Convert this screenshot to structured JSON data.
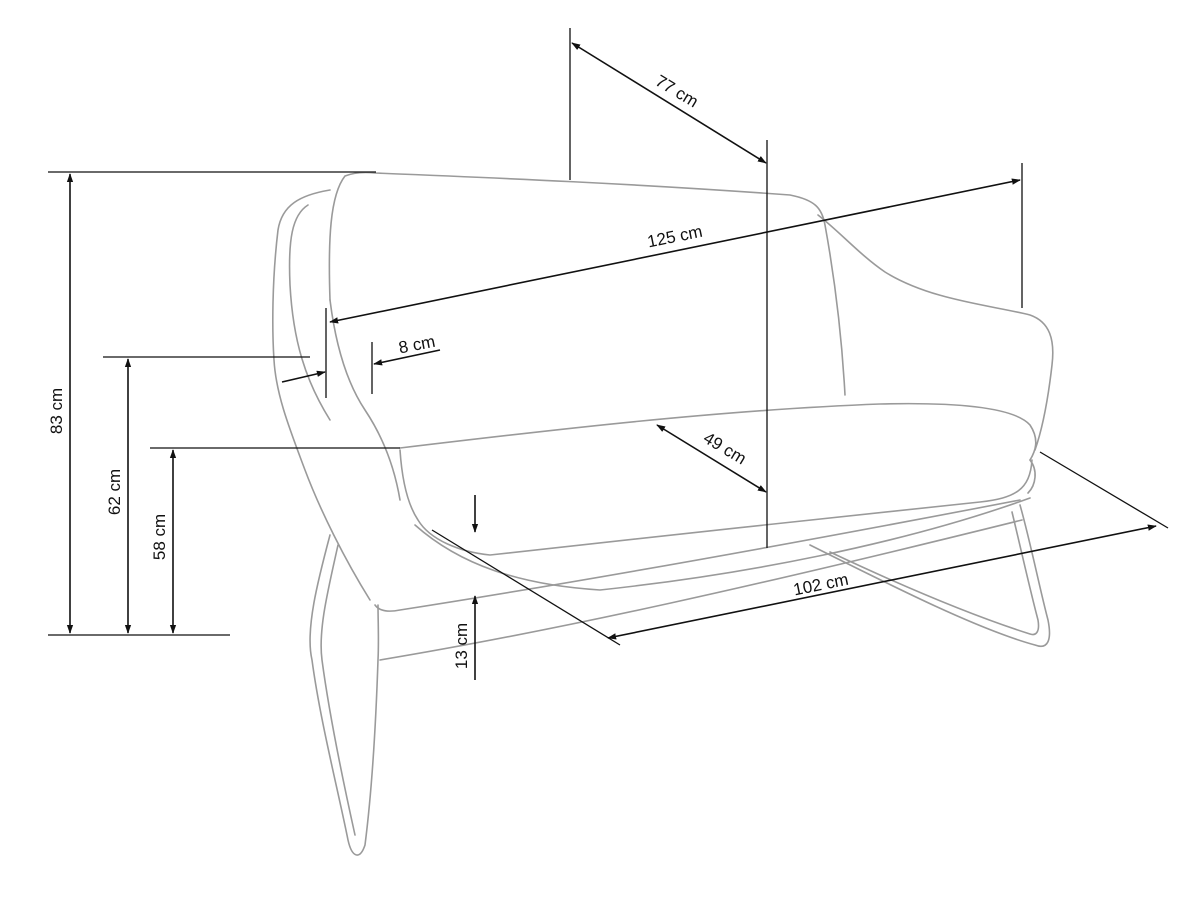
{
  "diagram": {
    "dimensions": {
      "depth": "77 cm",
      "width": "125 cm",
      "frame_thickness": "8 cm",
      "seat_depth": "49 cm",
      "total_height": "83 cm",
      "armrest_height": "62 cm",
      "seat_height": "58 cm",
      "leg_clearance": "13 cm",
      "base_width": "102 cm"
    }
  }
}
